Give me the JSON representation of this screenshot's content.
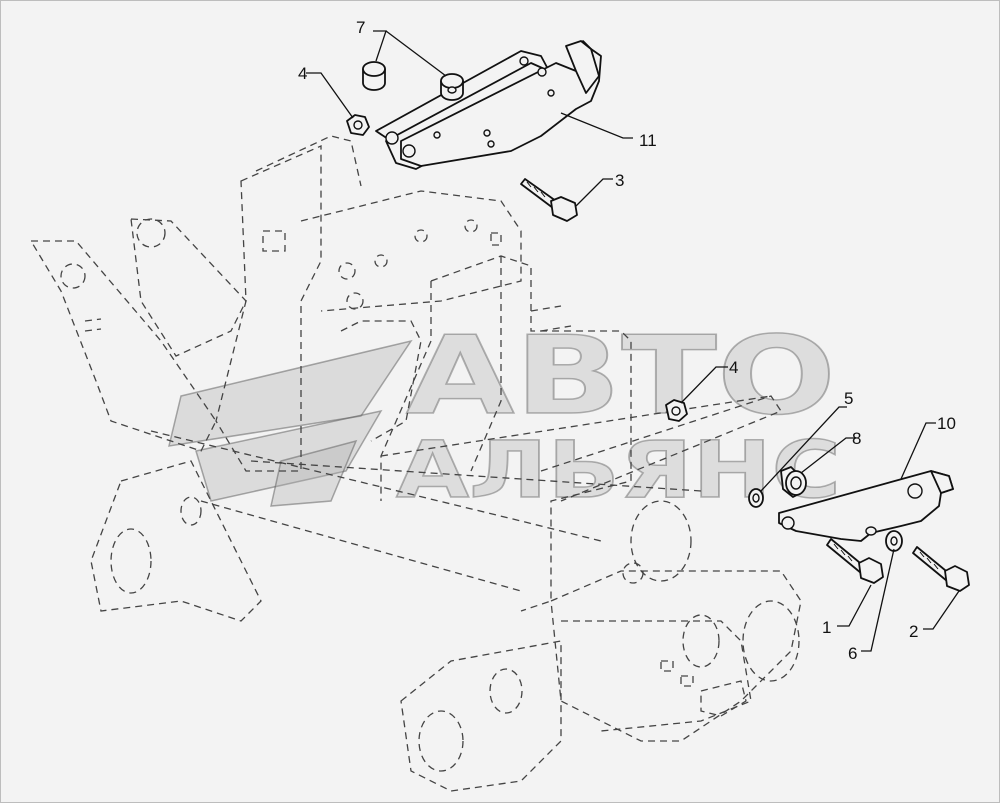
{
  "watermark": {
    "line1": "АВТО",
    "line2": "АЛЬЯНС"
  },
  "callouts": {
    "c1": "1",
    "c2": "2",
    "c3": "3",
    "c4_top": "4",
    "c4_mid": "4",
    "c5": "5",
    "c6": "6",
    "c7": "7",
    "c8": "8",
    "c10": "10",
    "c11": "11"
  },
  "colors": {
    "background": "#f3f3f3",
    "line": "#111111"
  }
}
